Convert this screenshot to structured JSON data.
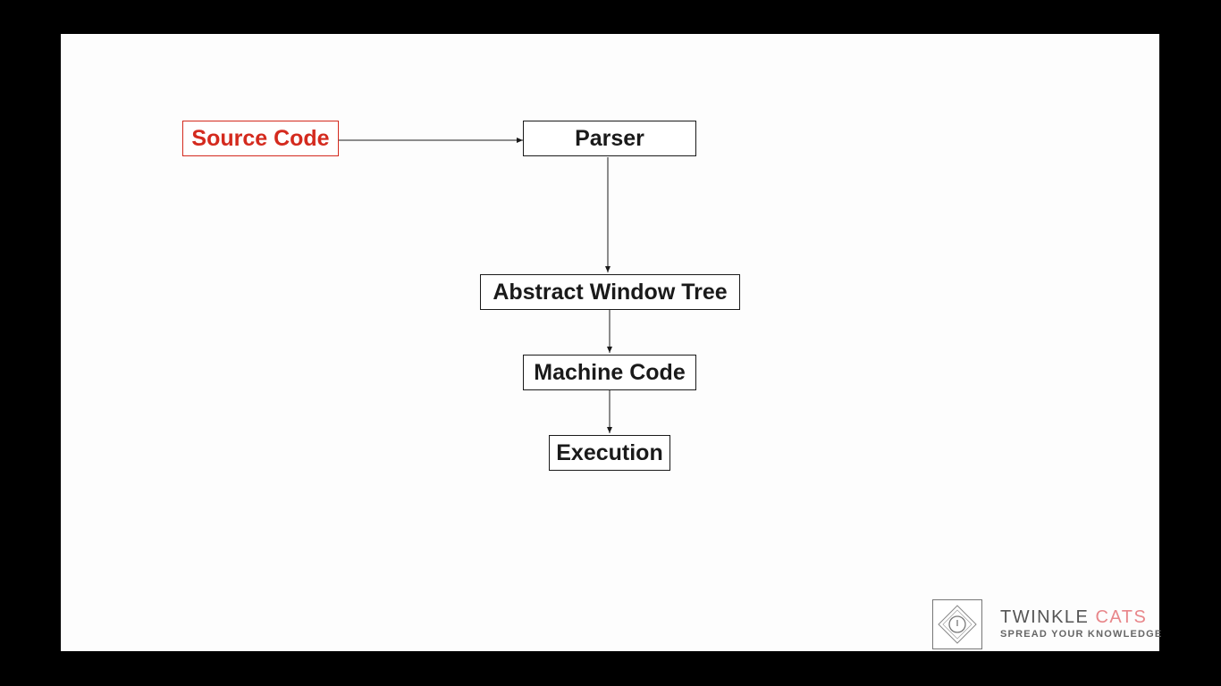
{
  "diagram": {
    "nodes": [
      {
        "id": "source",
        "label": "Source Code",
        "color": "#d42a1e"
      },
      {
        "id": "parser",
        "label": "Parser",
        "color": "#1a1a1a"
      },
      {
        "id": "awt",
        "label": "Abstract Window Tree",
        "color": "#1a1a1a"
      },
      {
        "id": "machine",
        "label": "Machine Code",
        "color": "#1a1a1a"
      },
      {
        "id": "execution",
        "label": "Execution",
        "color": "#1a1a1a"
      }
    ],
    "edges": [
      {
        "from": "source",
        "to": "parser"
      },
      {
        "from": "parser",
        "to": "awt"
      },
      {
        "from": "awt",
        "to": "machine"
      },
      {
        "from": "machine",
        "to": "execution"
      }
    ]
  },
  "logo": {
    "name_part1": "TWINKLE",
    "name_part2": "CATS",
    "tagline": "SPREAD YOUR KNOWLEDGE",
    "accent_color": "#e8868a"
  }
}
